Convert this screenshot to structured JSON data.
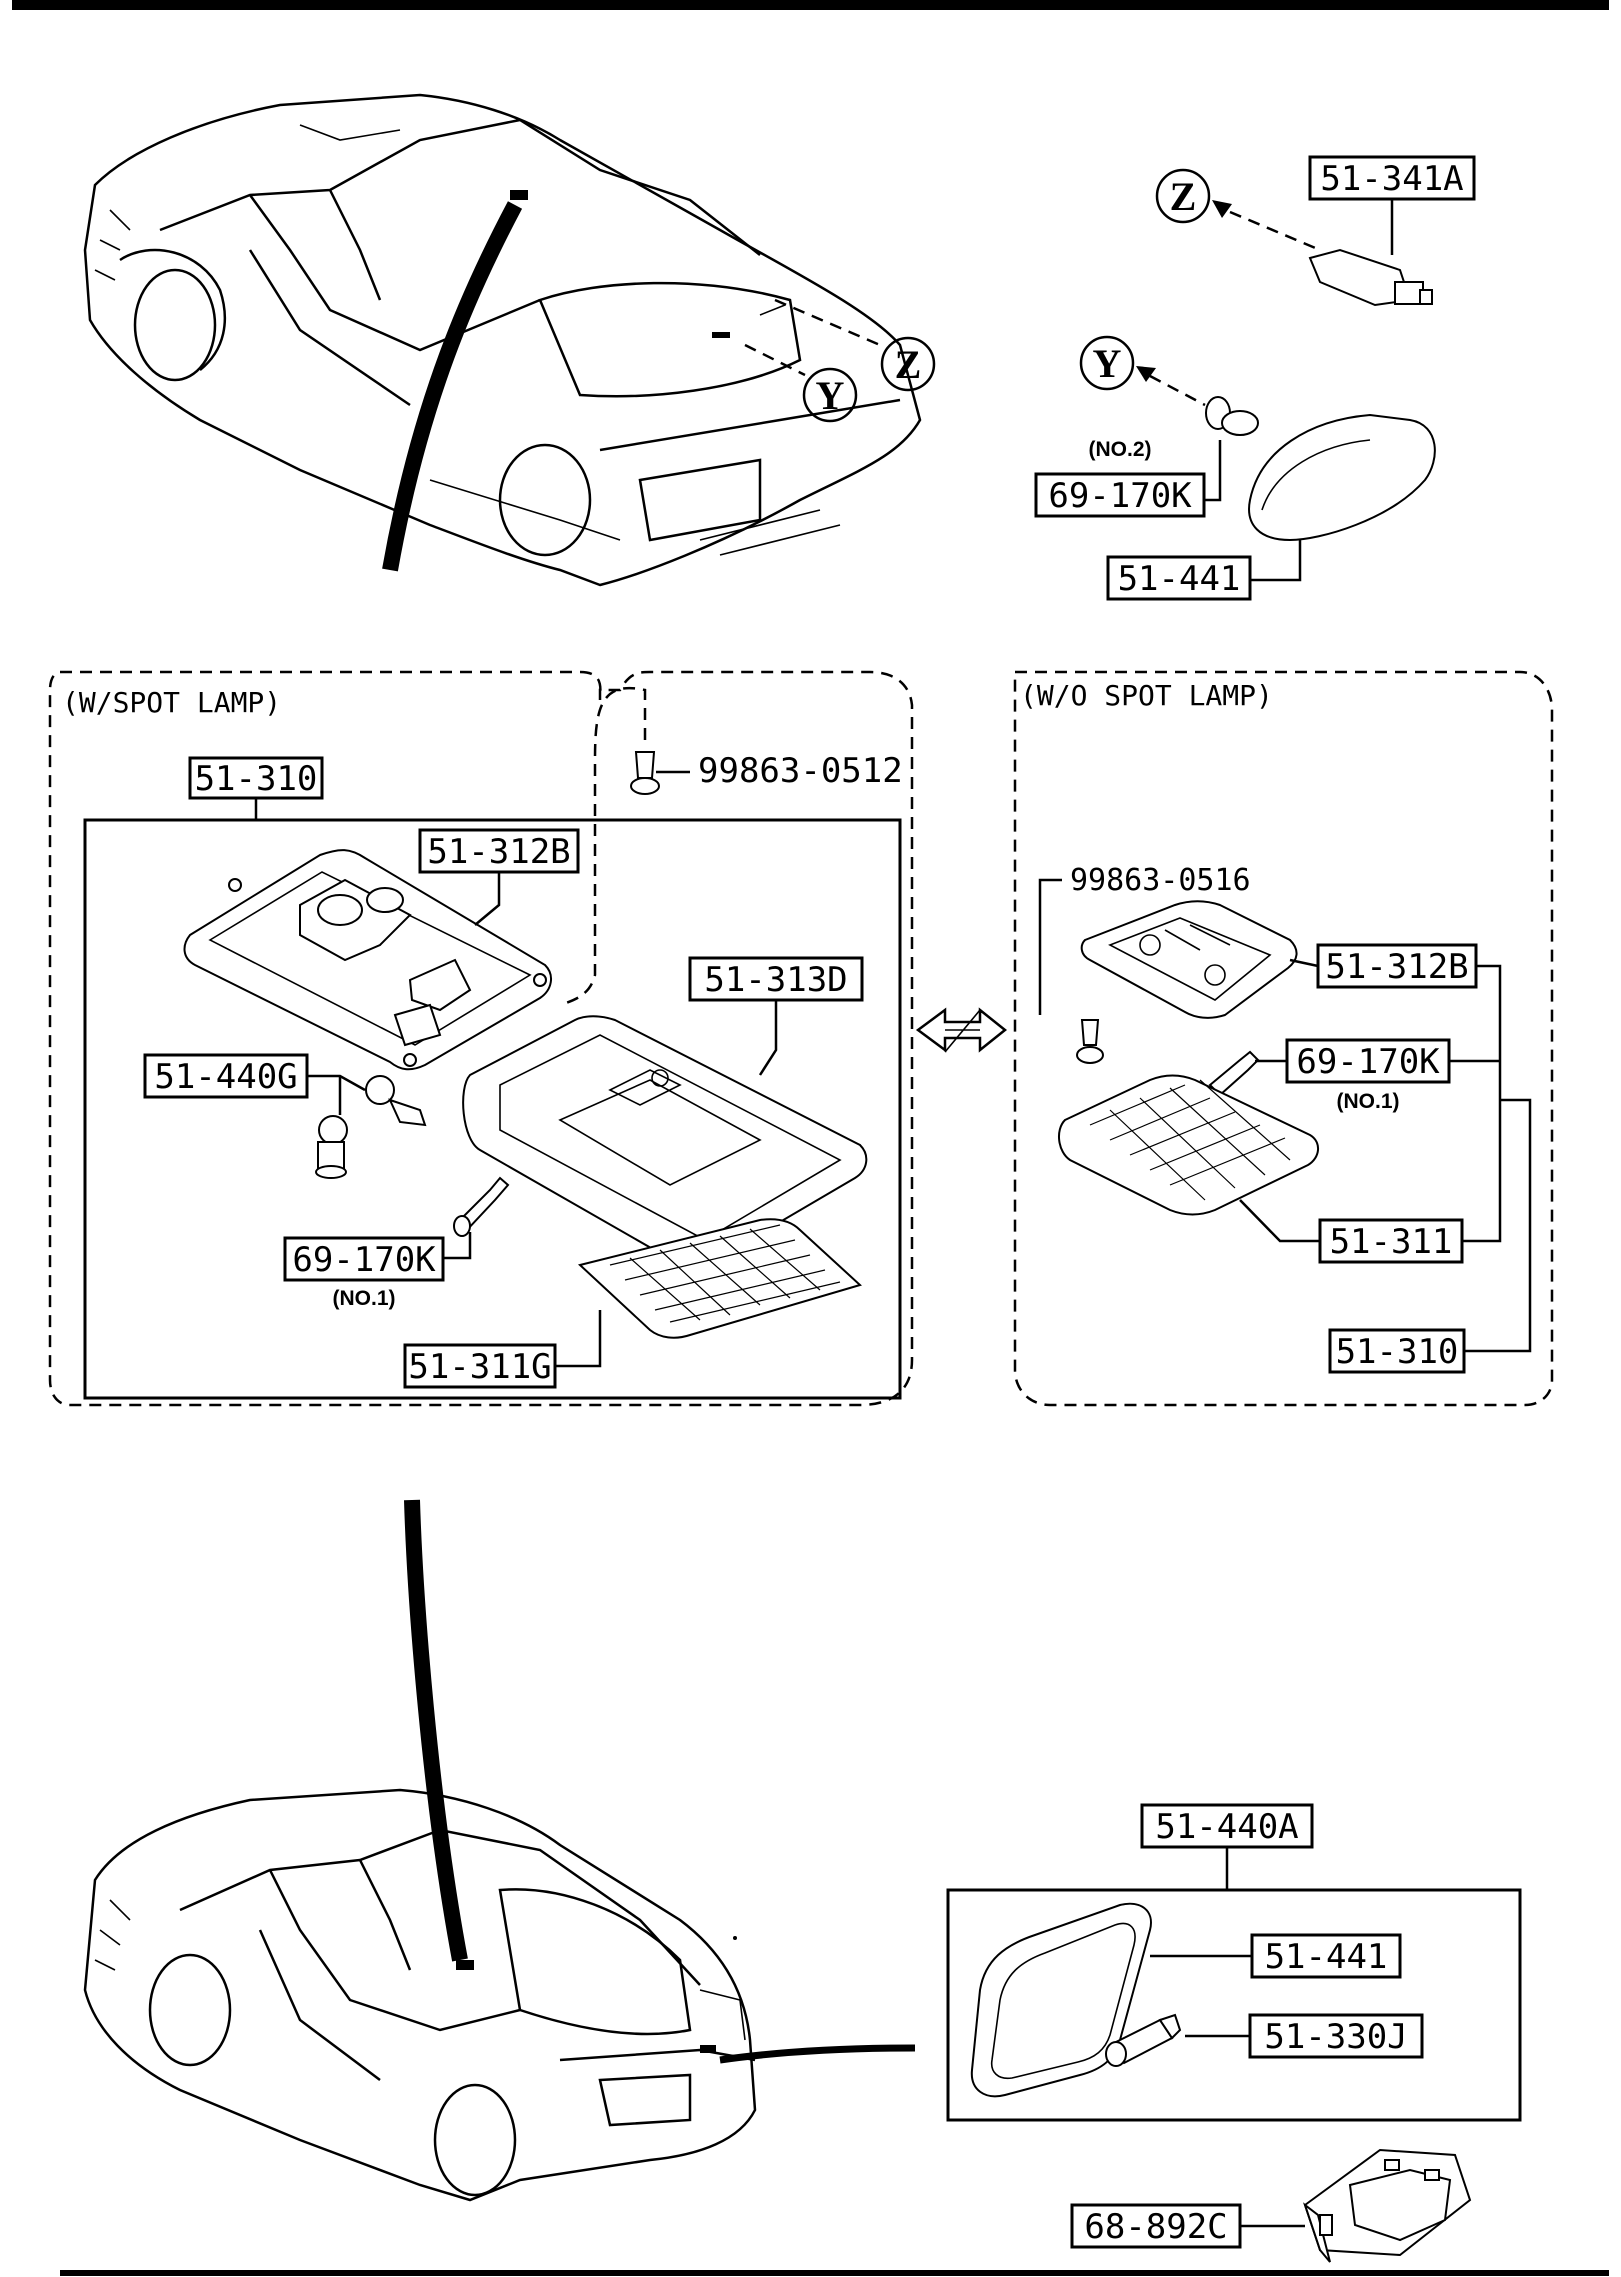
{
  "callouts": {
    "y": "Y",
    "z": "Z"
  },
  "sections": {
    "with_spot_lamp": "(W/SPOT LAMP)",
    "without_spot_lamp": "(W/O SPOT LAMP)"
  },
  "top": {
    "part_51_341A": "51-341A",
    "note_no2": "(NO.2)",
    "part_69_170K": "69-170K",
    "part_51_441": "51-441"
  },
  "w_spot": {
    "part_51_310": "51-310",
    "screw_99863_0512": "99863-0512",
    "part_51_312B": "51-312B",
    "part_51_313D": "51-313D",
    "part_51_440G": "51-440G",
    "part_69_170K": "69-170K",
    "note_no1": "(NO.1)",
    "part_51_311G": "51-311G"
  },
  "wo_spot": {
    "screw_99863_0516": "99863-0516",
    "part_51_312B": "51-312B",
    "part_69_170K": "69-170K",
    "note_no1": "(NO.1)",
    "part_51_311": "51-311",
    "part_51_310": "51-310"
  },
  "bottom": {
    "part_51_440A": "51-440A",
    "part_51_441": "51-441",
    "part_51_330J": "51-330J",
    "part_68_892C": "68-892C"
  }
}
